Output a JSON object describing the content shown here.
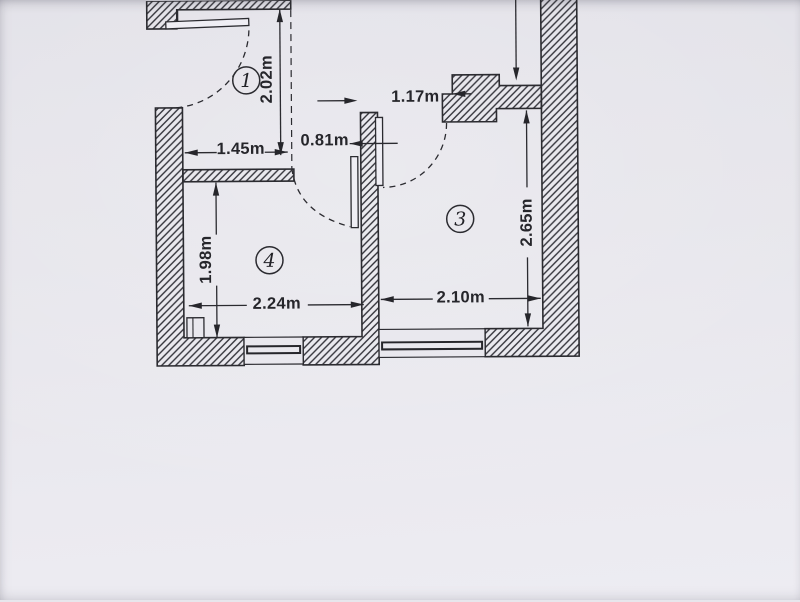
{
  "plan": {
    "rooms": [
      {
        "number": "1"
      },
      {
        "number": "3"
      },
      {
        "number": "4"
      }
    ],
    "dimensions": {
      "top_height": "2.02m",
      "hall_width": "1.45m",
      "opening_left": "0.81m",
      "opening_right": "1.17m",
      "room3_height": "2.65m",
      "room4_height": "1.98m",
      "room4_width": "2.24m",
      "room3_width": "2.10m"
    },
    "colors": {
      "paper": "#e8e7ed",
      "ink": "#2b2b30",
      "hatch": "#35353c"
    }
  }
}
